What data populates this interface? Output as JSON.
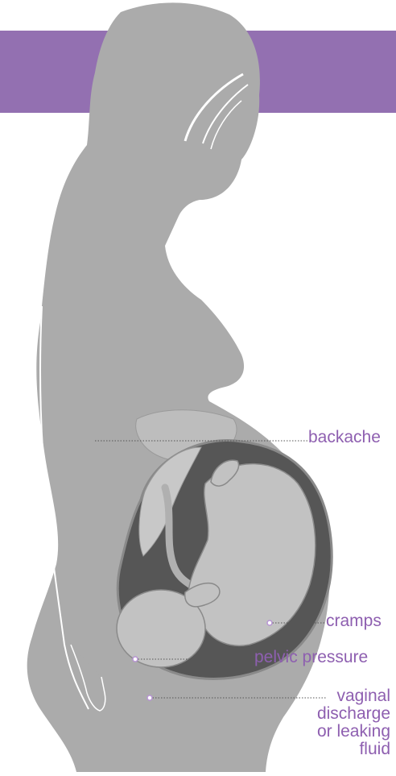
{
  "colors": {
    "banner": "#9370b1",
    "silhouette": "#ababab",
    "womb_dark": "#565656",
    "fetus": "#c2c2c2",
    "label": "#8e5fb0",
    "leader_line": "#555555",
    "marker_dot": "#b894d4"
  },
  "labels": {
    "backache": "backache",
    "cramps": "cramps",
    "pelvic_pressure": "pelvic pressure",
    "vaginal_discharge": "vaginal\ndischarge\nor leaking\nfluid"
  }
}
